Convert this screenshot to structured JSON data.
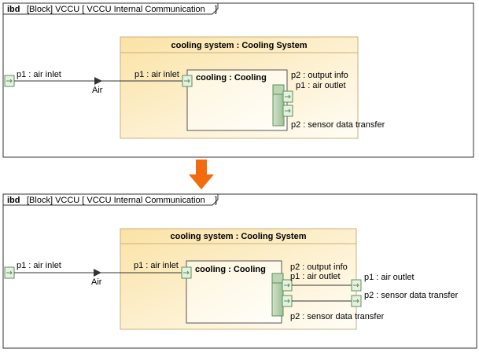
{
  "top": {
    "frame": {
      "keyword": "ibd",
      "title": "[Block] VCCU [ VCCU Internal Communication    ]"
    },
    "external_port": {
      "label": "p1 : air inlet"
    },
    "connector": {
      "label": "Air"
    },
    "outer_block": {
      "title": "cooling system : Cooling System",
      "port_label": "p1 : air inlet"
    },
    "inner_block": {
      "title": "cooling : Cooling"
    },
    "ports": {
      "output_info": "p2 : output info",
      "air_outlet": "p1 : air outlet",
      "sensor": "p2 : sensor data transfer"
    }
  },
  "bottom": {
    "frame": {
      "keyword": "ibd",
      "title": "[Block] VCCU [ VCCU Internal Communication    ]"
    },
    "external_port": {
      "label": "p1 : air inlet"
    },
    "connector": {
      "label": "Air"
    },
    "outer_block": {
      "title": "cooling system : Cooling System",
      "port_label": "p1 : air inlet"
    },
    "inner_block": {
      "title": "cooling : Cooling"
    },
    "ports": {
      "output_info": "p2 : output info",
      "air_outlet": "p1 : air outlet",
      "sensor": "p2 : sensor data transfer"
    },
    "delegated_ports": {
      "air_outlet": "p1 : air outlet",
      "sensor": "p2 : sensor data transfer"
    }
  },
  "colors": {
    "block_fill_start": "#fbe2a5",
    "block_fill_end": "#fffdf6",
    "block_border": "#c9b27a",
    "port_fill": "#e4f2df",
    "port_border": "#5e8f5c",
    "arrow": "#f26b0f",
    "frame_border": "#333333"
  }
}
